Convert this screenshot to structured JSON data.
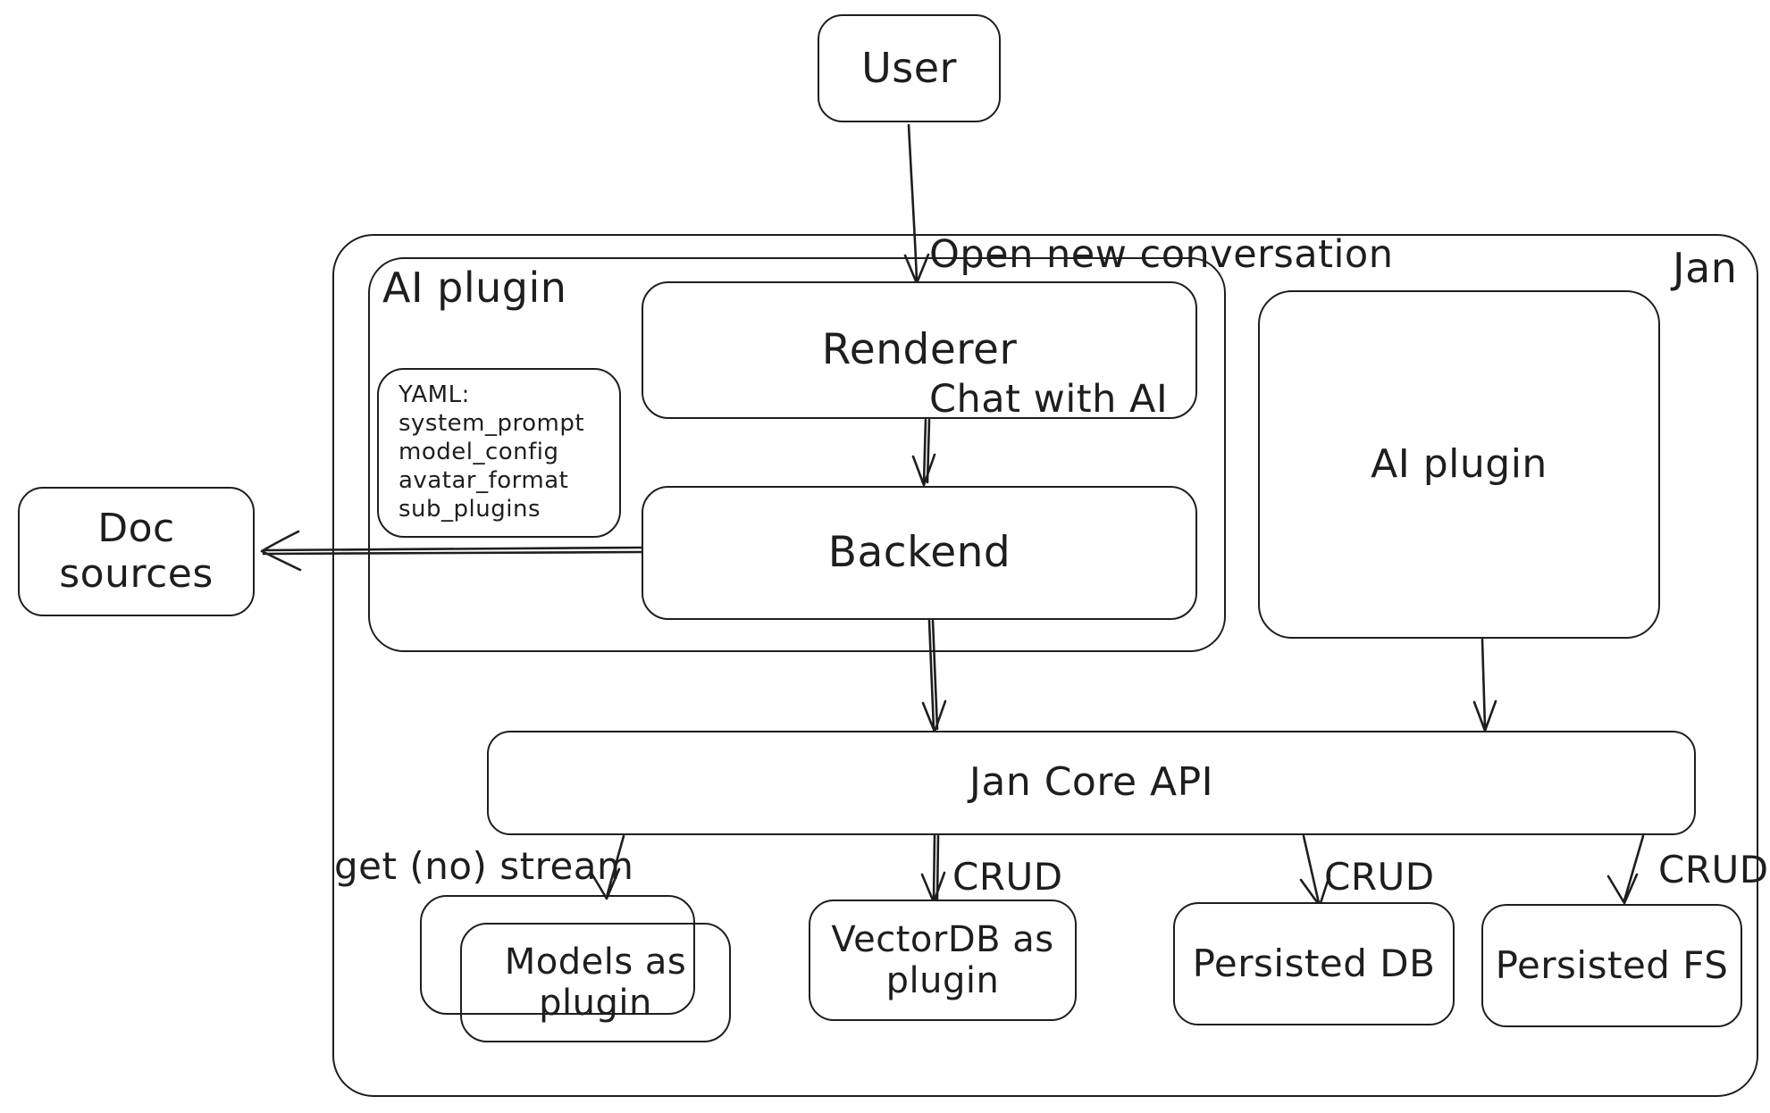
{
  "diagram": {
    "colors": {
      "stroke": "#1e1e1e",
      "background": "#ffffff"
    },
    "nodes": {
      "user": {
        "label": "User"
      },
      "jan": {
        "label": "Jan"
      },
      "ai_plugin_left": {
        "label": "AI plugin"
      },
      "renderer": {
        "label": "Renderer"
      },
      "yaml_note": {
        "lines": [
          "YAML:",
          "system_prompt",
          "model_config",
          "avatar_format",
          "sub_plugins"
        ]
      },
      "backend": {
        "label": "Backend"
      },
      "ai_plugin_right": {
        "label": "AI plugin"
      },
      "doc_sources": {
        "label": "Doc sources"
      },
      "jan_core_api": {
        "label": "Jan Core API"
      },
      "models_plugin": {
        "label": "Models as plugin"
      },
      "vector_db": {
        "label": "VectorDB as plugin"
      },
      "persisted_db": {
        "label": "Persisted DB"
      },
      "persisted_fs": {
        "label": "Persisted FS"
      }
    },
    "edge_labels": {
      "user_open": {
        "line1": "Open new conversation",
        "line2": "Chat with AI"
      },
      "get_no_stream": "get (no) stream",
      "crud_vectordb": "CRUD",
      "crud_persisted_db": "CRUD",
      "crud_persisted_fs": "CRUD"
    }
  }
}
